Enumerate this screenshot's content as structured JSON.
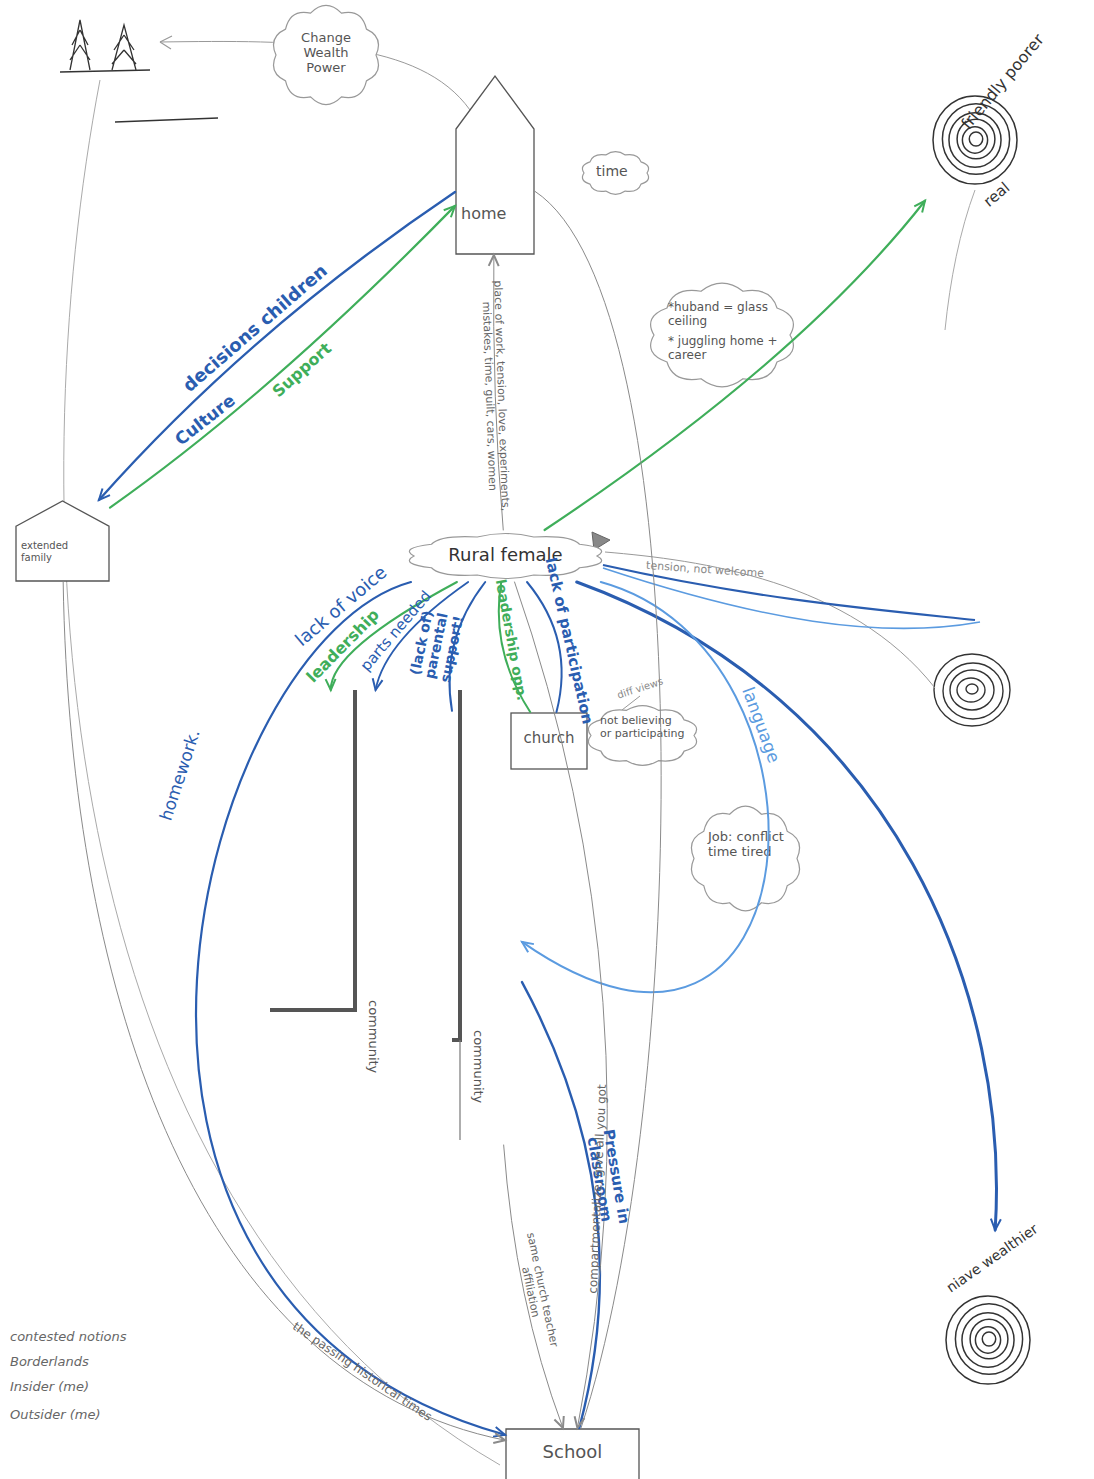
{
  "diagram": {
    "nodes": [
      {
        "text": [
          "Change Wealth Power"
        ]
      },
      {
        "text": [
          "friendly poorer",
          "real"
        ]
      },
      {
        "text": [
          "home"
        ]
      },
      {
        "text": [
          "time"
        ]
      },
      {
        "text": [
          "*huband = glass ceiling",
          "* juggling home + career"
        ]
      },
      {
        "text": [
          "extended family"
        ]
      },
      {
        "text": [
          "Rural female"
        ]
      },
      {
        "text": [
          "church"
        ]
      },
      {
        "text": [
          "not believing or participating"
        ]
      },
      {
        "text": [
          "Job: conflict time tired"
        ]
      },
      {
        "text": [
          "community"
        ]
      },
      {
        "text": [
          "community"
        ]
      },
      {
        "text": [
          "niave wealthier"
        ]
      },
      {
        "text": [
          "School"
        ]
      }
    ],
    "edges": [
      {
        "from": 2,
        "to": 5,
        "label": "decisions children",
        "arrow": "to"
      },
      {
        "from": 5,
        "to": 2,
        "label": "Support",
        "arrow": "to"
      },
      {
        "from": 6,
        "to": 2,
        "label": "place of work, tension, love, experiments, mistakes, time, guilt, cars, women",
        "arrow": "to"
      },
      {
        "from": 6,
        "to": 1,
        "arrow": "to"
      },
      {
        "from": 6,
        "to": 12,
        "arrow": "to"
      },
      {
        "from": 6,
        "to": 11,
        "label": "language",
        "arrow": "to"
      },
      {
        "from": 6,
        "to": 7,
        "label": "leadership opp.",
        "arrow": "none"
      },
      {
        "from": 7,
        "to": 6,
        "label": "lack of participation",
        "arrow": "none"
      },
      {
        "from": 6,
        "to": 10,
        "label": "leadership",
        "arrow": "to"
      },
      {
        "from": 6,
        "to": 10,
        "label": "parts needed",
        "arrow": "to"
      },
      {
        "from": 6,
        "to": 11,
        "label": "(lack of) parental support!",
        "arrow": "none"
      },
      {
        "from": 6,
        "to": 13,
        "label": "lack of voice",
        "arrow": "to"
      },
      {
        "from": 11,
        "to": 13,
        "label": "Pressure in classroom",
        "arrow": "none"
      },
      {
        "from": 11,
        "to": 13,
        "label": "same church teacher affiliation",
        "arrow": "to"
      },
      {
        "from": 6,
        "to": 13,
        "label": "compartmentalize, give all you got",
        "arrow": "to"
      },
      {
        "from": 5,
        "to": 13,
        "label": "the passing historical times",
        "arrow": "to"
      },
      {
        "from": 2,
        "to": 13,
        "arrow": "none"
      }
    ],
    "labels": [
      "Culture",
      "homework.",
      "tension, not welcome",
      "diff views",
      "contested notions",
      "Borderlands",
      "Insider (me)",
      "Outsider (me)"
    ]
  }
}
